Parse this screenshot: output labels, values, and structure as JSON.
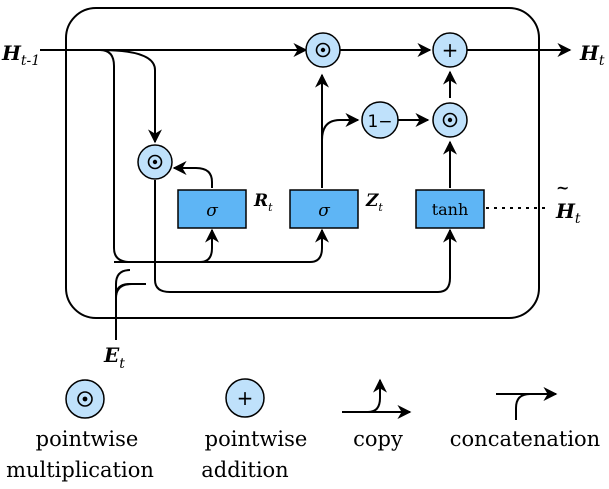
{
  "labels": {
    "h_prev": "H",
    "h_prev_sub": "t-1",
    "h_out": "H",
    "h_out_sub": "t",
    "e_in": "E",
    "e_in_sub": "t",
    "r_gate": "R",
    "r_gate_sub": "t",
    "z_gate": "Z",
    "z_gate_sub": "t",
    "h_cand": "H",
    "h_cand_sub": "t",
    "h_cand_accent": "~"
  },
  "gates": {
    "sigma_r": "σ",
    "sigma_z": "σ",
    "tanh": "tanh"
  },
  "ops": {
    "mult": "⊙",
    "add": "+",
    "one_minus": "1−"
  },
  "legend": {
    "mult_line1": "pointwise",
    "mult_line2": "multiplication",
    "add_line1": "pointwise",
    "add_line2": "addition",
    "copy": "copy",
    "concat": "concatenation"
  },
  "colors": {
    "box_fill": "#5eb5f5",
    "circle_fill": "#bfe1fb",
    "stroke": "#000000"
  }
}
